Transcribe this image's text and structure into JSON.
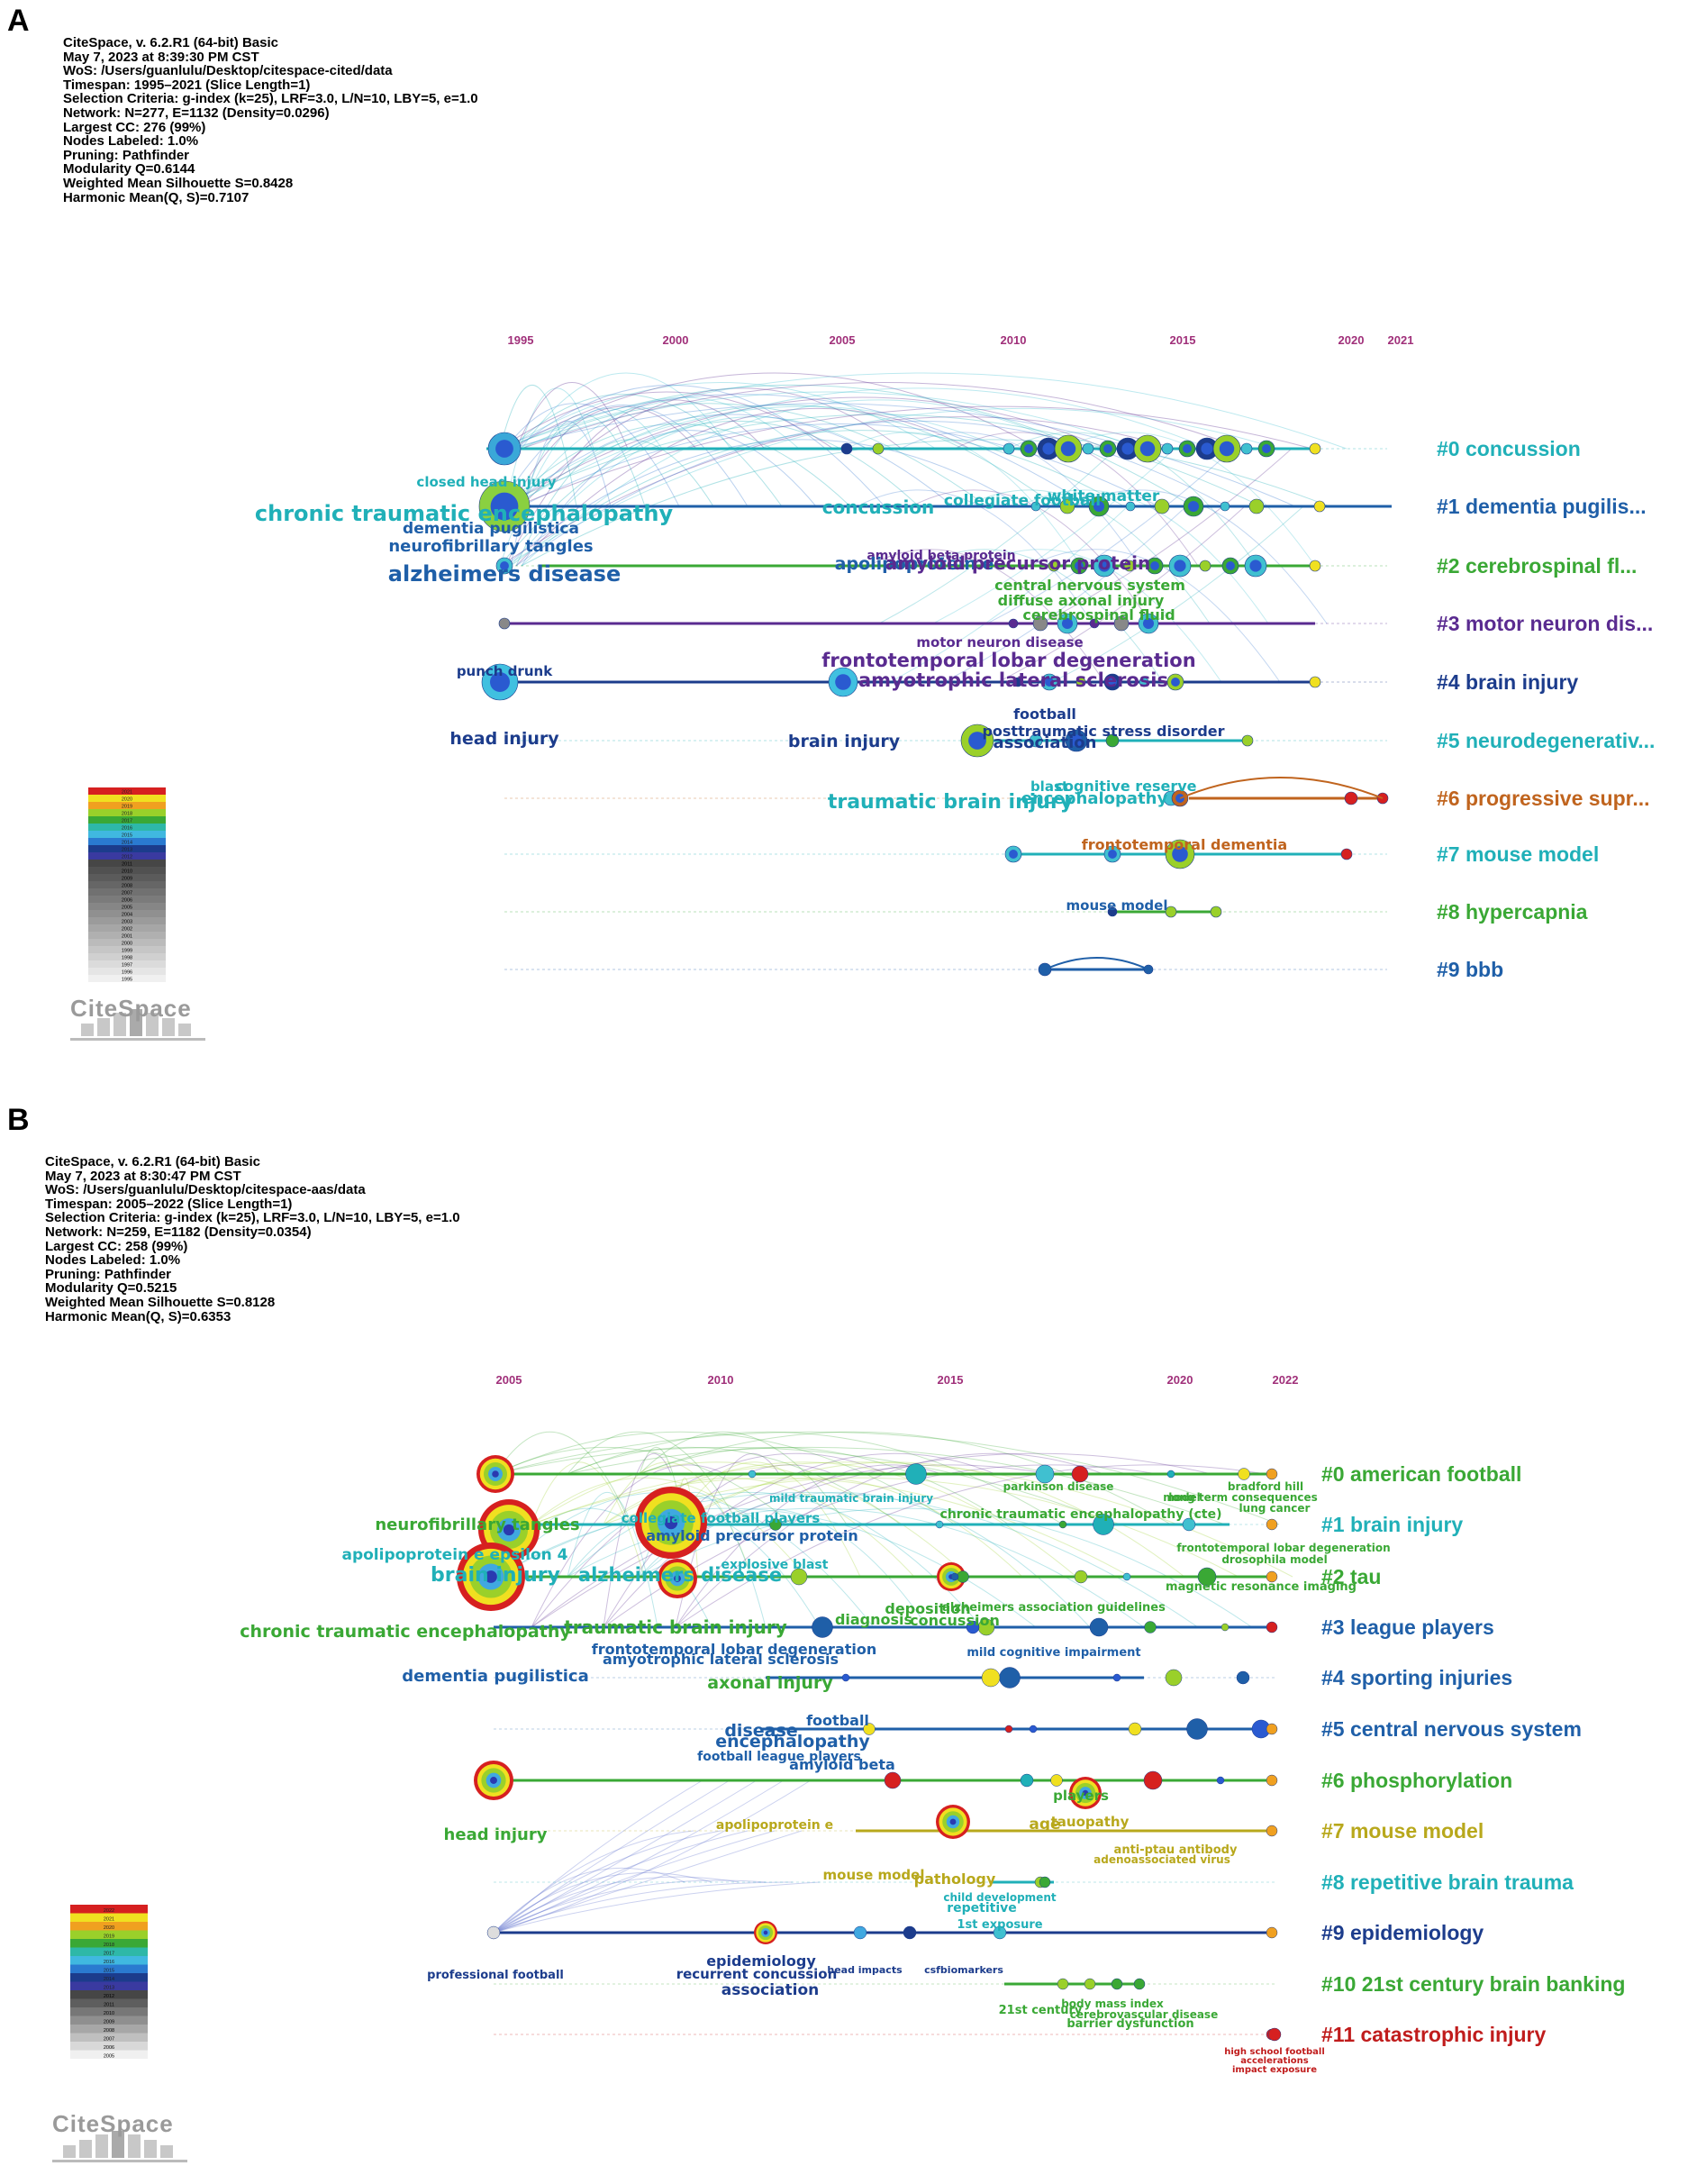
{
  "panelA": {
    "letter": "A",
    "meta_lines": [
      "CiteSpace, v. 6.2.R1 (64-bit) Basic",
      "May 7, 2023 at 8:39:30 PM CST",
      "WoS: /Users/guanlulu/Desktop/citespace-cited/data",
      "Timespan: 1995–2021 (Slice Length=1)",
      "Selection Criteria: g-index (k=25), LRF=3.0, L/N=10, LBY=5, e=1.0",
      "Network: N=277, E=1132 (Density=0.0296)",
      "Largest CC: 276 (99%)",
      "Nodes Labeled: 1.0%",
      "Pruning: Pathfinder",
      "Modularity Q=0.6144",
      "Weighted Mean Silhouette S=0.8428",
      "Harmonic Mean(Q, S)=0.7107"
    ],
    "years": [
      "1995",
      "2000",
      "2005",
      "2010",
      "2015",
      "2020",
      "2021"
    ],
    "clusters": [
      {
        "label": "#0 concussion",
        "color": "#20b0b8"
      },
      {
        "label": "#1 dementia pugilis...",
        "color": "#1f5fa8"
      },
      {
        "label": "#2 cerebrospinal fl...",
        "color": "#3aa835"
      },
      {
        "label": "#3 motor neuron dis...",
        "color": "#5a2b90"
      },
      {
        "label": "#4 brain injury",
        "color": "#1c3c8c"
      },
      {
        "label": "#5 neurodegenerativ...",
        "color": "#20b0b8"
      },
      {
        "label": "#6 progressive supr...",
        "color": "#c0641e"
      },
      {
        "label": "#7 mouse model",
        "color": "#20b0b8"
      },
      {
        "label": "#8 hypercapnia",
        "color": "#3aa835"
      },
      {
        "label": "#9 bbb",
        "color": "#1f5fa8"
      }
    ],
    "node_labels": [
      {
        "text": "closed head injury",
        "color": "#20b0b8"
      },
      {
        "text": "chronic traumatic encephalopathy",
        "color": "#20b0b8"
      },
      {
        "text": "dementia pugilistica",
        "color": "#1f5fa8"
      },
      {
        "text": "neurofibrillary tangles",
        "color": "#1f5fa8"
      },
      {
        "text": "alzheimers disease",
        "color": "#1f5fa8"
      },
      {
        "text": "concussion",
        "color": "#20b0b8"
      },
      {
        "text": "collegiate football",
        "color": "#20b0b8"
      },
      {
        "text": "white matter",
        "color": "#20b0b8"
      },
      {
        "text": "amyloid beta protein",
        "color": "#5a2b90"
      },
      {
        "text": "apolipoprotein e",
        "color": "#1f5fa8"
      },
      {
        "text": "amyloid precursor protein",
        "color": "#5a2b90"
      },
      {
        "text": "central nervous system",
        "color": "#3aa835"
      },
      {
        "text": "diffuse axonal injury",
        "color": "#3aa835"
      },
      {
        "text": "cerebrospinal fluid",
        "color": "#3aa835"
      },
      {
        "text": "motor neuron disease",
        "color": "#5a2b90"
      },
      {
        "text": "frontotemporal lobar degeneration",
        "color": "#5a2b90"
      },
      {
        "text": "amyotrophic lateral sclerosis",
        "color": "#5a2b90"
      },
      {
        "text": "punch drunk",
        "color": "#1c3c8c"
      },
      {
        "text": "head injury",
        "color": "#1c3c8c"
      },
      {
        "text": "brain injury",
        "color": "#1c3c8c"
      },
      {
        "text": "football",
        "color": "#1c3c8c"
      },
      {
        "text": "posttraumatic stress disorder",
        "color": "#1c3c8c"
      },
      {
        "text": "association",
        "color": "#1c3c8c"
      },
      {
        "text": "traumatic brain injury",
        "color": "#20b0b8"
      },
      {
        "text": "blast",
        "color": "#20b0b8"
      },
      {
        "text": "cognitive reserve",
        "color": "#20b0b8"
      },
      {
        "text": "encephalopathy",
        "color": "#20b0b8"
      },
      {
        "text": "frontotemporal dementia",
        "color": "#c0641e"
      },
      {
        "text": "mouse model",
        "color": "#1f5fa8"
      }
    ],
    "legend_years": [
      "2021",
      "2020",
      "2019",
      "2018",
      "2017",
      "2016",
      "2015",
      "2014",
      "2013",
      "2012",
      "2011",
      "2010",
      "2009",
      "2008",
      "2007",
      "2006",
      "2005",
      "2004",
      "2003",
      "2002",
      "2001",
      "2000",
      "1999",
      "1998",
      "1997",
      "1996",
      "1995"
    ],
    "logo_text": "CiteSpace"
  },
  "panelB": {
    "letter": "B",
    "meta_lines": [
      "CiteSpace, v. 6.2.R1 (64-bit) Basic",
      "May 7, 2023 at 8:30:47 PM CST",
      "WoS: /Users/guanlulu/Desktop/citespace-aas/data",
      "Timespan: 2005–2022 (Slice Length=1)",
      "Selection Criteria: g-index (k=25), LRF=3.0, L/N=10, LBY=5, e=1.0",
      "Network: N=259, E=1182 (Density=0.0354)",
      "Largest CC: 258 (99%)",
      "Nodes Labeled: 1.0%",
      "Pruning: Pathfinder",
      "Modularity Q=0.5215",
      "Weighted Mean Silhouette S=0.8128",
      "Harmonic Mean(Q, S)=0.6353"
    ],
    "years": [
      "2005",
      "2010",
      "2015",
      "2020",
      "2022"
    ],
    "clusters": [
      {
        "label": "#0 american football",
        "color": "#3aa835"
      },
      {
        "label": "#1 brain injury",
        "color": "#20b0b8"
      },
      {
        "label": "#2 tau",
        "color": "#3aa835"
      },
      {
        "label": "#3 league players",
        "color": "#1f5fa8"
      },
      {
        "label": "#4 sporting injuries",
        "color": "#1f5fa8"
      },
      {
        "label": "#5 central nervous system",
        "color": "#1f5fa8"
      },
      {
        "label": "#6 phosphorylation",
        "color": "#3aa835"
      },
      {
        "label": "#7 mouse model",
        "color": "#b8a81c"
      },
      {
        "label": "#8 repetitive brain trauma",
        "color": "#20b0b8"
      },
      {
        "label": "#9 epidemiology",
        "color": "#1c3c8c"
      },
      {
        "label": "#10 21st century brain banking",
        "color": "#3aa835"
      },
      {
        "label": "#11 catastrophic injury",
        "color": "#c01c1c"
      }
    ],
    "node_labels": [
      {
        "text": "neurofibrillary tangles",
        "color": "#3aa835"
      },
      {
        "text": "amyloid precursor protein",
        "color": "#1f5fa8"
      },
      {
        "text": "collegiate football players",
        "color": "#20b0b8"
      },
      {
        "text": "apolipoprotein e epsilon 4",
        "color": "#20b0b8"
      },
      {
        "text": "brain injury",
        "color": "#20b0b8"
      },
      {
        "text": "alzheimers disease",
        "color": "#20b0b8"
      },
      {
        "text": "explosive blast",
        "color": "#20b0b8"
      },
      {
        "text": "chronic traumatic encephalopathy",
        "color": "#3aa835"
      },
      {
        "text": "traumatic brain injury",
        "color": "#3aa835"
      },
      {
        "text": "frontotemporal lobar degeneration",
        "color": "#1f5fa8"
      },
      {
        "text": "amyotrophic lateral sclerosis",
        "color": "#1f5fa8"
      },
      {
        "text": "diagnosis",
        "color": "#3aa835"
      },
      {
        "text": "deposition",
        "color": "#3aa835"
      },
      {
        "text": "concussion",
        "color": "#3aa835"
      },
      {
        "text": "dementia pugilistica",
        "color": "#1f5fa8"
      },
      {
        "text": "axonal injury",
        "color": "#3aa835"
      },
      {
        "text": "disease",
        "color": "#1f5fa8"
      },
      {
        "text": "football",
        "color": "#1f5fa8"
      },
      {
        "text": "encephalopathy",
        "color": "#1f5fa8"
      },
      {
        "text": "amyloid beta",
        "color": "#1f5fa8"
      },
      {
        "text": "football league players",
        "color": "#1f5fa8"
      },
      {
        "text": "head injury",
        "color": "#3aa835"
      },
      {
        "text": "apolipoprotein e",
        "color": "#b8a81c"
      },
      {
        "text": "age",
        "color": "#b8a81c"
      },
      {
        "text": "players",
        "color": "#3aa835"
      },
      {
        "text": "tauopathy",
        "color": "#b8a81c"
      },
      {
        "text": "mouse model",
        "color": "#b8a81c"
      },
      {
        "text": "pathology",
        "color": "#b8a81c"
      },
      {
        "text": "professional football",
        "color": "#1c3c8c"
      },
      {
        "text": "epidemiology",
        "color": "#1c3c8c"
      },
      {
        "text": "recurrent concussion",
        "color": "#1c3c8c"
      },
      {
        "text": "association",
        "color": "#1c3c8c"
      },
      {
        "text": "parkinson disease",
        "color": "#3aa835"
      },
      {
        "text": "bradford hill",
        "color": "#3aa835"
      },
      {
        "text": "model",
        "color": "#3aa835"
      },
      {
        "text": "long term consequences",
        "color": "#3aa835"
      },
      {
        "text": "lung cancer",
        "color": "#3aa835"
      },
      {
        "text": "mild traumatic brain injury",
        "color": "#20b0b8"
      },
      {
        "text": "chronic traumatic encephalopathy (cte)",
        "color": "#3aa835"
      },
      {
        "text": "frontotemporal lobar degeneration",
        "color": "#3aa835"
      },
      {
        "text": "drosophila model",
        "color": "#3aa835"
      },
      {
        "text": "magnetic resonance imaging",
        "color": "#3aa835"
      },
      {
        "text": "alzheimers association guidelines",
        "color": "#3aa835"
      },
      {
        "text": "mild cognitive impairment",
        "color": "#1f5fa8"
      },
      {
        "text": "21st century",
        "color": "#3aa835"
      },
      {
        "text": "barrier dysfunction",
        "color": "#3aa835"
      },
      {
        "text": "body mass index",
        "color": "#3aa835"
      },
      {
        "text": "cerebrovascular disease",
        "color": "#3aa835"
      },
      {
        "text": "high school football",
        "color": "#c01c1c"
      },
      {
        "text": "accelerations",
        "color": "#c01c1c"
      },
      {
        "text": "impact exposure",
        "color": "#c01c1c"
      },
      {
        "text": "1st exposure",
        "color": "#20b0b8"
      },
      {
        "text": "repetitive",
        "color": "#20b0b8"
      },
      {
        "text": "child development",
        "color": "#20b0b8"
      },
      {
        "text": "head impacts",
        "color": "#1c3c8c"
      },
      {
        "text": "csfbiomarkers",
        "color": "#1c3c8c"
      },
      {
        "text": "anti-ptau antibody",
        "color": "#b8a81c"
      },
      {
        "text": "adenoassociated virus",
        "color": "#b8a81c"
      }
    ],
    "legend_years": [
      "2022",
      "2021",
      "2020",
      "2019",
      "2018",
      "2017",
      "2016",
      "2015",
      "2014",
      "2013",
      "2012",
      "2011",
      "2010",
      "2009",
      "2008",
      "2007",
      "2006",
      "2005"
    ],
    "logo_text": "CiteSpace"
  }
}
